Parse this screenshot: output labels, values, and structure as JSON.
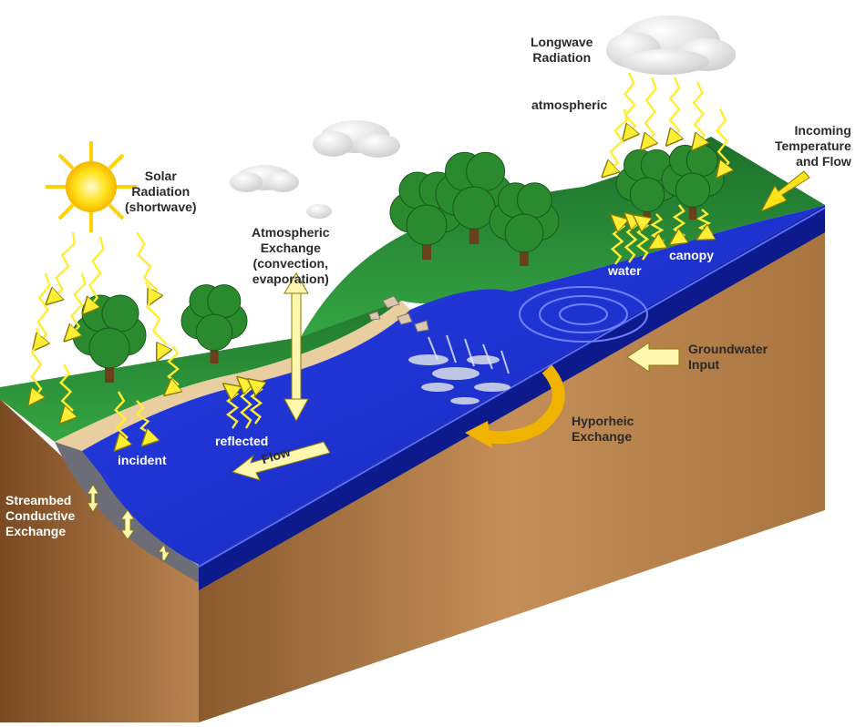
{
  "labels": {
    "solar_radiation": "Solar\nRadiation\n(shortwave)",
    "longwave_radiation": "Longwave\nRadiation",
    "atmospheric": "atmospheric",
    "incoming_temperature_flow": "Incoming\nTemperature\nand Flow",
    "atmospheric_exchange": "Atmospheric\nExchange\n(convection,\nevaporation)",
    "water": "water",
    "canopy": "canopy",
    "groundwater_input": "Groundwater\nInput",
    "hyporheic_exchange": "Hyporheic\nExchange",
    "incident": "incident",
    "reflected": "reflected",
    "flow": "Flow",
    "streambed_conductive_exchange": "Streambed\nConductive\nExchange"
  },
  "colors": {
    "sky": "#ffffff",
    "grass": "#2f9a3a",
    "grass_dark": "#1f7a2c",
    "water": "#1a2fd6",
    "water_deep": "#0d1a8c",
    "soil": "#b07a4a",
    "soil_dark": "#7a4f2a",
    "sun": "#ffe21a",
    "arrow_yellow": "#ffee33",
    "hyporheic_orange": "#f0b400",
    "tree_green": "#2b8a2e",
    "trunk": "#6b3f1c",
    "label_dark": "#2a2a2a",
    "label_light": "#ffffff"
  }
}
